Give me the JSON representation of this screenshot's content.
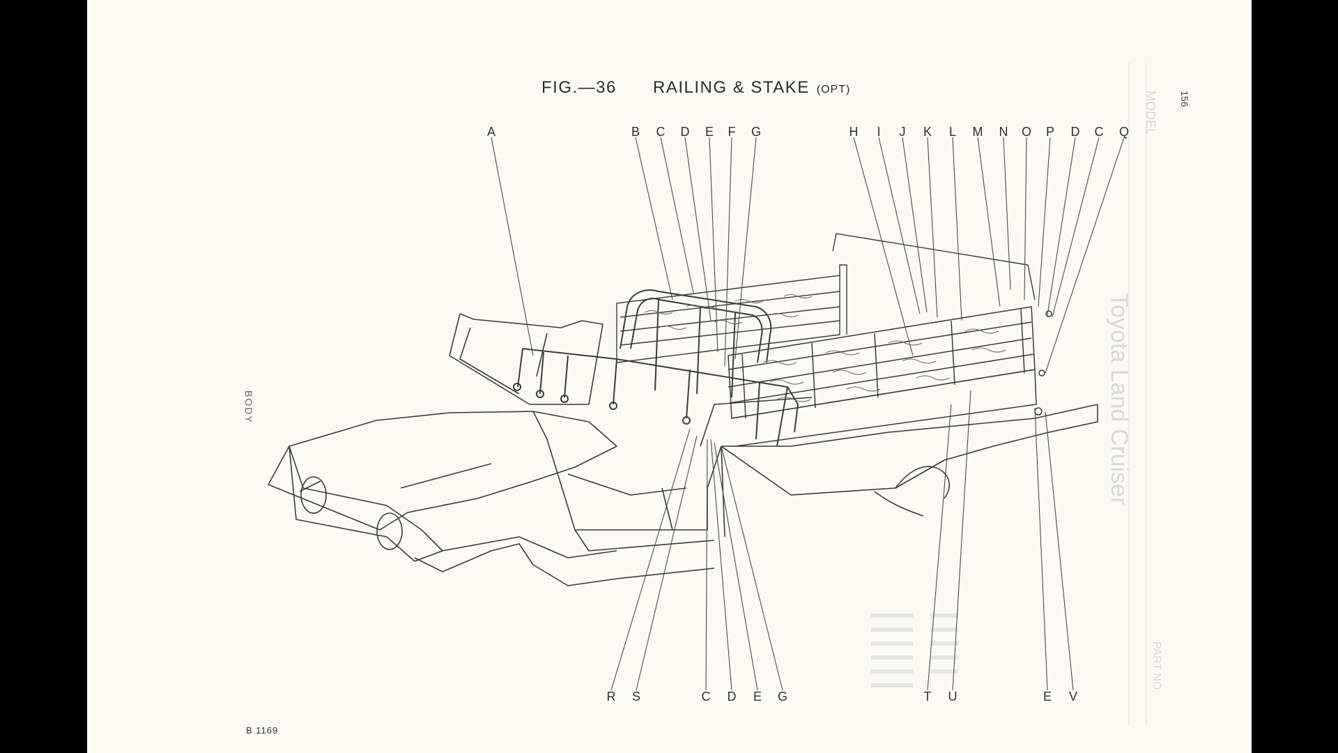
{
  "document": {
    "title_fig": "FIG.—36",
    "title_main": "RAILING & STAKE",
    "title_opt": "(OPT)",
    "page_number": "156",
    "section_label": "BODY",
    "plate_number": "B 1169"
  },
  "callouts_top": [
    "A",
    "B",
    "C",
    "D",
    "E",
    "F",
    "G",
    "H",
    "I",
    "J",
    "K",
    "L",
    "M",
    "N",
    "O",
    "P",
    "D",
    "C",
    "Q"
  ],
  "callouts_bottom": [
    "R",
    "S",
    "C",
    "D",
    "E",
    "G",
    "T",
    "U",
    "E",
    "V"
  ],
  "bleed_through": {
    "title": "Toyota Land Cruiser",
    "model": "MODEL",
    "part_no": "PART NO."
  }
}
